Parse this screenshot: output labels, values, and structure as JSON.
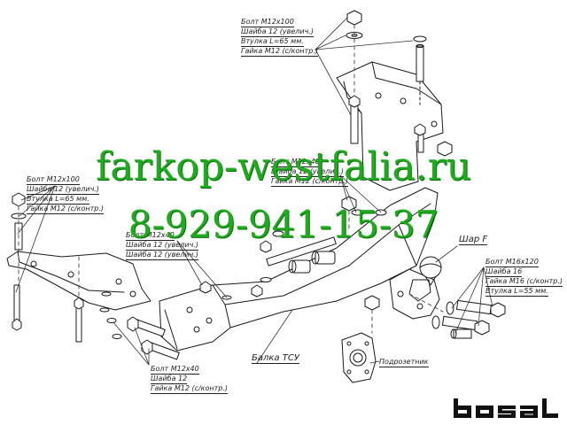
{
  "labels": {
    "top_bolt": [
      "Болт М12х100",
      "Шайба 12 (увелич.)",
      "Втулка L=65 мм.",
      "Гайка М12 (с/контр.)"
    ],
    "left_bolt": [
      "Болт М12х100",
      "Шайба 12 (увелич.)",
      "Втулка L=65 мм.",
      "Гайка М12 (с/контр.)"
    ],
    "mid_bolt": [
      "Болт М12х40",
      "Шайба 12 (увелич.)",
      "Гайка М12 (с/контр.)"
    ],
    "left_mid_bolt": [
      "Болт М12х40",
      "Шайба 12 (увелич.)",
      "Шайба 12 (увелич.)"
    ],
    "ball_bolt": [
      "Болт М16х120",
      "Шайба 16",
      "Гайка М16 (с/контр.)",
      "Втулка L=55 мм."
    ],
    "bottom_bolt": [
      "Болт М12х40",
      "Шайба 12",
      "Гайка М12 (с/контр.)"
    ],
    "ball": "Шар F",
    "beam": "Балка ТСУ",
    "socket_plate": "Подрозетник"
  },
  "watermark": {
    "site": "farkop-westfalia.ru",
    "phone": "8-929-941-15-37",
    "color": "#1eab1e"
  },
  "brand": {
    "logo": "bosal"
  }
}
